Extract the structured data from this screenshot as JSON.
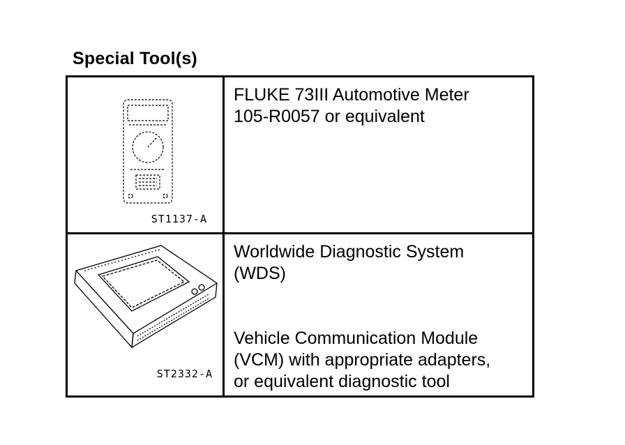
{
  "heading": "Special Tool(s)",
  "tools": [
    {
      "code": "ST1137-A",
      "icon": "multimeter-illustration",
      "lines": [
        "FLUKE 73III Automotive Meter",
        "105-R0057 or equivalent"
      ]
    },
    {
      "code": "ST2332-A",
      "icon": "diagnostic-tablet-illustration",
      "lines": [
        "Worldwide Diagnostic System",
        "(WDS)"
      ],
      "lines2": [
        "Vehicle Communication Module",
        "(VCM) with appropriate adapters,",
        "or equivalent diagnostic tool"
      ]
    }
  ]
}
